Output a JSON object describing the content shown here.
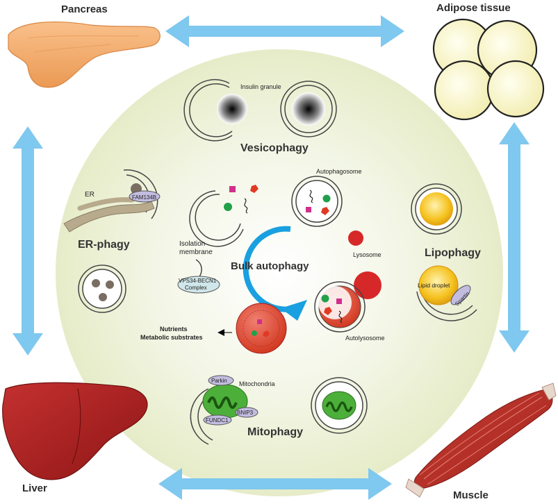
{
  "organs": {
    "pancreas": "Pancreas",
    "adipose": "Adipose tissue",
    "liver": "Liver",
    "muscle": "Muscle"
  },
  "sections": {
    "vesicophagy": "Vesicophagy",
    "er_phagy": "ER-phagy",
    "lipophagy": "Lipophagy",
    "mitophagy": "Mitophagy",
    "bulk": "Bulk autophagy"
  },
  "labels": {
    "insulin_granule": "Insulin granule",
    "er": "ER",
    "fam134b": "FAM134B",
    "autophagosome": "Autophagosome",
    "isolation_membrane_1": "Isolation",
    "isolation_membrane_2": "membrane",
    "vps34_1": "VPS34-BECN1",
    "vps34_2": "Complex",
    "lysosome": "Lysosome",
    "lipid_droplet": "Lipid droplet",
    "spartin": "Spartin",
    "autolysosome": "Autolysosome",
    "nutrients_1": "Nutrients",
    "nutrients_2": "Metabolic substrates",
    "parkin": "Parkin",
    "mitochondria": "Mitochondria",
    "bnip3": "BNIP3",
    "fundc1": "FUNDC1"
  },
  "colors": {
    "arrow": "#7fc8ef",
    "bulk_arrow": "#1aa0e0",
    "center_bg": "#eef2d8",
    "lysosome": "#d62828",
    "lipid": "#f2b51d",
    "mito": "#4caf3a",
    "vesicle_core": "#111111"
  }
}
